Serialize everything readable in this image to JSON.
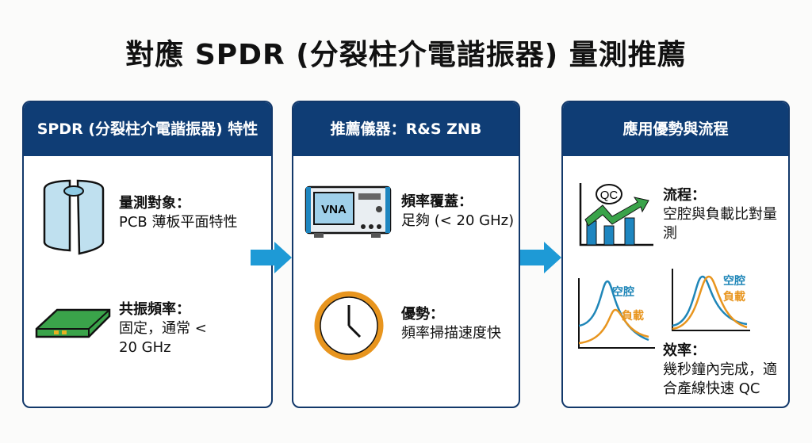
{
  "title": "對應 SPDR (分裂柱介電諧振器) 量測推薦",
  "panels": [
    {
      "header": "SPDR (分裂柱介電諧振器) 特性",
      "items": [
        {
          "label": "量測對象：",
          "text": "PCB 薄板平面特性",
          "icon": "split-cylinder-icon"
        },
        {
          "label": "共振頻率：",
          "text": "固定，通常 < 20 GHz",
          "icon": "pcb-board-icon"
        }
      ]
    },
    {
      "header": "推薦儀器：R&S ZNB",
      "items": [
        {
          "label": "頻率覆蓋：",
          "text": "足夠 (< 20 GHz)",
          "icon": "vna-instrument-icon",
          "icon_text": "VNA"
        },
        {
          "label": "優勢：",
          "text": "頻率掃描速度快",
          "icon": "clock-icon"
        }
      ]
    },
    {
      "header": "應用優勢與流程",
      "items": [
        {
          "label": "流程：",
          "text": "空腔與負載比對量測",
          "icon": "qc-chart-icon",
          "icon_text": "QC"
        },
        {
          "label": "效率：",
          "text": "幾秒鐘內完成，適合產線快速 QC"
        }
      ],
      "curves": {
        "empty": "空腔",
        "loaded": "負載"
      }
    }
  ],
  "colors": {
    "header": "#0f3d75",
    "arrow": "#1e9ad6",
    "empty": "#1f86b8",
    "loaded": "#e8951e"
  }
}
